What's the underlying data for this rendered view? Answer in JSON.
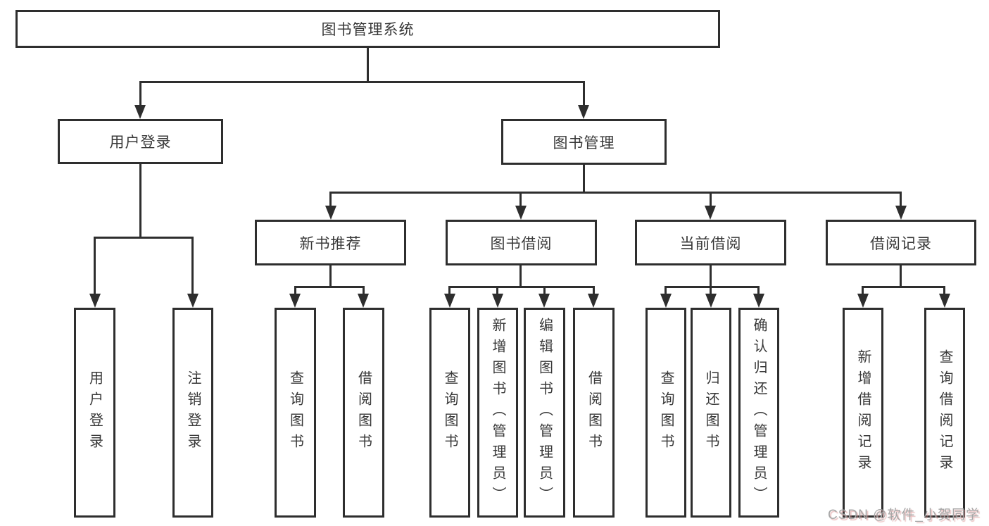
{
  "tree": {
    "root": {
      "label": "图书管理系统"
    },
    "user_login": {
      "label": "用户登录",
      "children": [
        {
          "label": "用户登录"
        },
        {
          "label": "注销登录"
        }
      ]
    },
    "book_mgmt": {
      "label": "图书管理",
      "children": [
        {
          "label": "新书推荐",
          "children": [
            {
              "label": "查询图书"
            },
            {
              "label": "借阅图书"
            }
          ]
        },
        {
          "label": "图书借阅",
          "children": [
            {
              "label": "查询图书"
            },
            {
              "label": "新增图书（管理员）"
            },
            {
              "label": "编辑图书（管理员）"
            },
            {
              "label": "借阅图书"
            }
          ]
        },
        {
          "label": "当前借阅",
          "children": [
            {
              "label": "查询图书"
            },
            {
              "label": "归还图书"
            },
            {
              "label": "确认归还（管理员）"
            }
          ]
        },
        {
          "label": "借阅记录",
          "children": [
            {
              "label": "新增借阅记录"
            },
            {
              "label": "查询借阅记录"
            }
          ]
        }
      ]
    }
  },
  "watermark": {
    "text": "CSDN @软件_小贺同学"
  },
  "colors": {
    "line": "#2e2e2e",
    "box_border": "#2e2e2e",
    "text": "#383838",
    "background": "#ffffff",
    "watermark_text": "#a6a6a6",
    "watermark_shadow": "#d98c8c"
  }
}
